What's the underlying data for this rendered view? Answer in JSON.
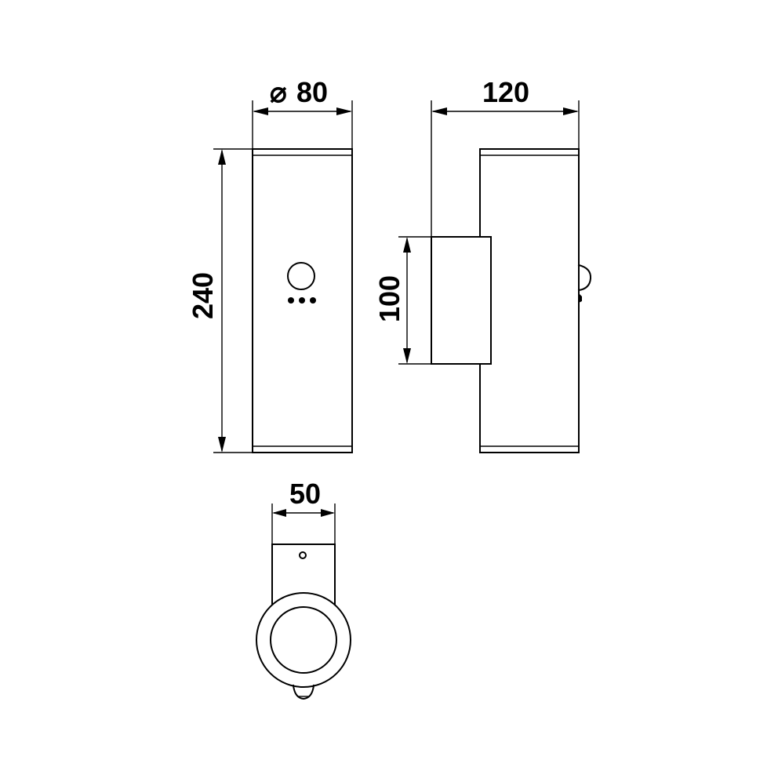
{
  "dimensions": {
    "front_diameter": {
      "symbol": "⌀",
      "value": "80"
    },
    "front_height": "240",
    "side_depth": "120",
    "mount_height": "100",
    "bottom_width": "50"
  }
}
